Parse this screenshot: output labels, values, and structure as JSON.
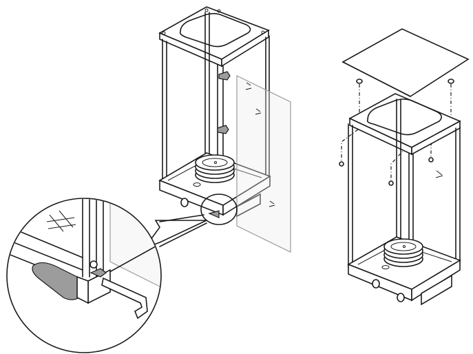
{
  "figure": {
    "kind": "assembly-illustration",
    "views": [
      "left-assembly-with-detail-magnifier",
      "right-exploded-top-cover"
    ],
    "colors": {
      "line": "#1a1a1a",
      "glass": "#9a9a9a",
      "accent_fill": "#9c9c9c",
      "background": "#ffffff"
    }
  }
}
